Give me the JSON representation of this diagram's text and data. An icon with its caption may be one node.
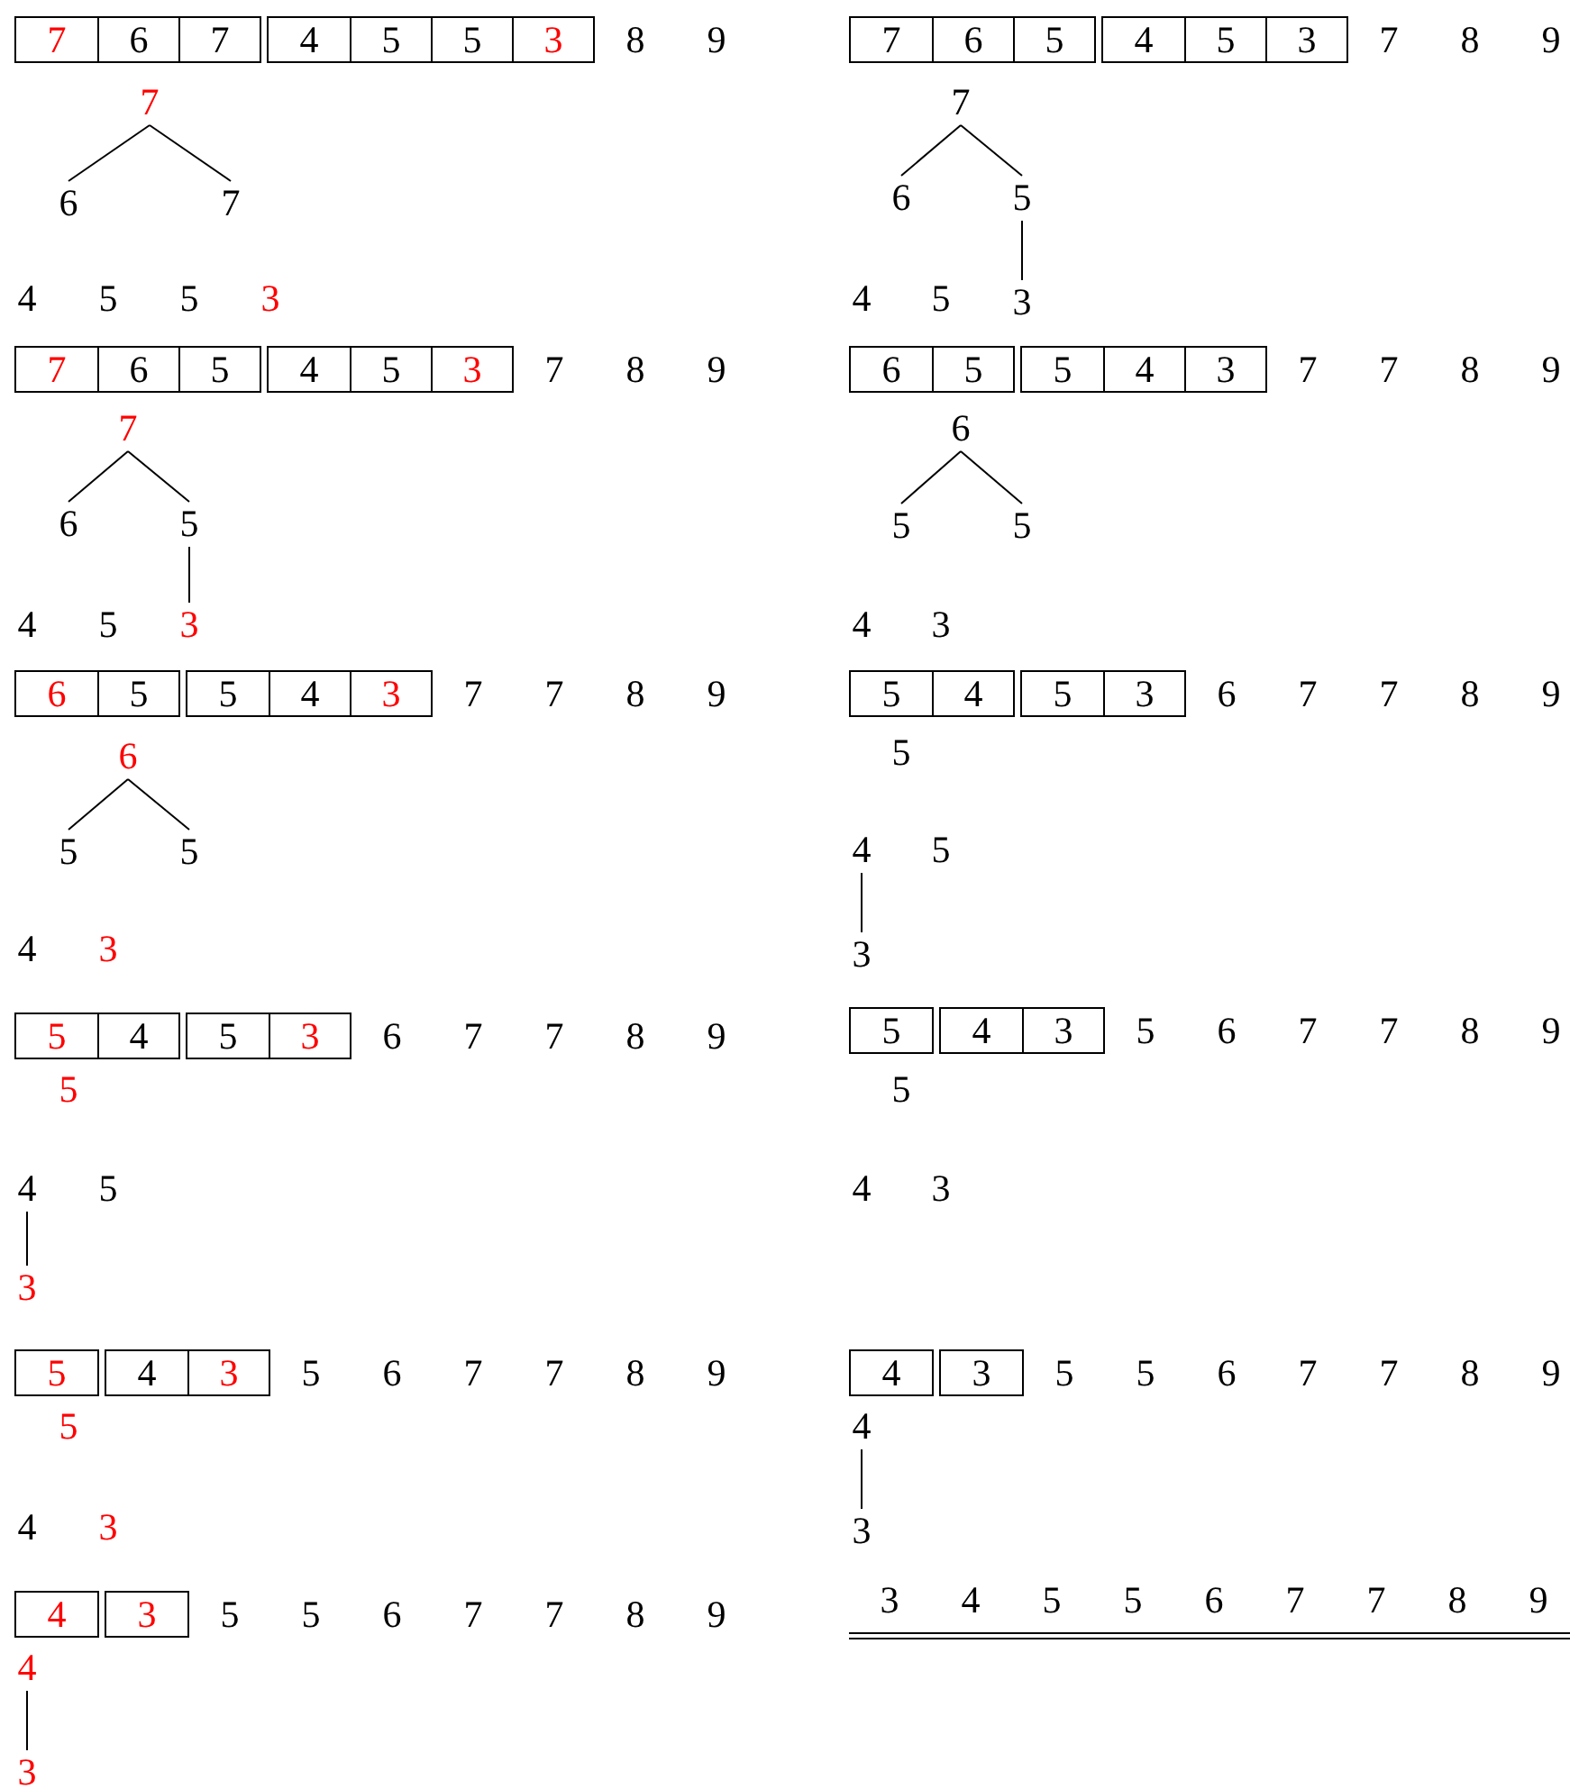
{
  "diagram": {
    "nodes": [
      {
        "text": [],
        "shape": "box"
      },
      {
        "text": [
          "7"
        ],
        "in": 0
      },
      {
        "text": [
          "6"
        ],
        "in": 0
      },
      {
        "text": [
          "7"
        ],
        "in": 0
      },
      {
        "text": [],
        "shape": "box",
        "beside": [
          "8",
          "9"
        ]
      },
      {
        "text": [
          "4"
        ],
        "in": 4
      },
      {
        "text": [
          "5"
        ],
        "in": 4
      },
      {
        "text": [
          "5"
        ],
        "in": 4
      },
      {
        "text": [
          "3"
        ],
        "in": 4
      },
      {
        "text": [
          "7"
        ]
      },
      {
        "text": [
          "6"
        ]
      },
      {
        "text": [
          "7"
        ]
      },
      {
        "text": [
          "4"
        ]
      },
      {
        "text": [
          "5"
        ]
      },
      {
        "text": [
          "5"
        ]
      },
      {
        "text": [
          "3"
        ]
      },
      {
        "text": [],
        "shape": "box"
      },
      {
        "text": [
          "7"
        ],
        "in": 16
      },
      {
        "text": [
          "6"
        ],
        "in": 16
      },
      {
        "text": [
          "5"
        ],
        "in": 16
      },
      {
        "text": [],
        "shape": "box",
        "beside": [
          "7",
          "8",
          "9"
        ]
      },
      {
        "text": [
          "4"
        ],
        "in": 20
      },
      {
        "text": [
          "5"
        ],
        "in": 20
      },
      {
        "text": [
          "3"
        ],
        "in": 20
      },
      {
        "text": [
          "7"
        ]
      },
      {
        "text": [
          "6"
        ]
      },
      {
        "text": [
          "5"
        ]
      },
      {
        "text": [
          "4"
        ]
      },
      {
        "text": [
          "5"
        ]
      },
      {
        "text": [
          "3"
        ]
      },
      {
        "text": [],
        "shape": "box"
      },
      {
        "text": [
          "6"
        ],
        "in": 30
      },
      {
        "text": [
          "5"
        ],
        "in": 30
      },
      {
        "text": [],
        "shape": "box",
        "beside": [
          "7",
          "7",
          "8",
          "9"
        ]
      },
      {
        "text": [
          "5"
        ],
        "in": 33
      },
      {
        "text": [
          "4"
        ],
        "in": 33
      },
      {
        "text": [
          "3"
        ],
        "in": 33
      },
      {
        "text": [
          "6"
        ]
      },
      {
        "text": [
          "5"
        ]
      },
      {
        "text": [
          "5"
        ]
      },
      {
        "text": [
          "4"
        ]
      },
      {
        "text": [
          "3"
        ]
      },
      {
        "text": [],
        "shape": "box"
      },
      {
        "text": [
          "5"
        ],
        "in": 42
      },
      {
        "text": [
          "4"
        ],
        "in": 42
      },
      {
        "text": [],
        "shape": "box",
        "beside": [
          "6",
          "7",
          "7",
          "8",
          "9"
        ]
      },
      {
        "text": [
          "5"
        ],
        "in": 45
      },
      {
        "text": [
          "3"
        ],
        "in": 45
      },
      {
        "text": [
          "5"
        ]
      },
      {
        "text": [
          "4"
        ]
      },
      {
        "text": [
          "5"
        ]
      },
      {
        "text": [
          "3"
        ]
      },
      {
        "text": [],
        "shape": "box"
      },
      {
        "text": [
          "5"
        ],
        "in": 52
      },
      {
        "text": [],
        "shape": "box",
        "beside": [
          "5",
          "6",
          "7",
          "7",
          "8",
          "9"
        ]
      },
      {
        "text": [
          "4"
        ],
        "in": 54
      },
      {
        "text": [
          "3"
        ],
        "in": 54
      },
      {
        "text": [
          "5"
        ]
      },
      {
        "text": [
          "4"
        ]
      },
      {
        "text": [
          "3"
        ]
      },
      {
        "text": [],
        "shape": "box"
      },
      {
        "text": [
          "4"
        ],
        "in": 60
      },
      {
        "text": [],
        "shape": "box",
        "beside": [
          "5",
          "5",
          "6",
          "7",
          "7",
          "8",
          "9"
        ]
      },
      {
        "text": [
          "3"
        ],
        "in": 62
      },
      {
        "text": [
          "4"
        ]
      },
      {
        "text": [
          "3"
        ]
      },
      {
        "text": [],
        "shape": "box"
      },
      {
        "text": [
          "7"
        ],
        "in": 66
      },
      {
        "text": [
          "6"
        ],
        "in": 66
      },
      {
        "text": [
          "5"
        ],
        "in": 66
      },
      {
        "text": [],
        "shape": "box",
        "beside": [
          "7",
          "8",
          "9"
        ]
      },
      {
        "text": [
          "4"
        ],
        "in": 70
      },
      {
        "text": [
          "5"
        ],
        "in": 70
      },
      {
        "text": [
          "3"
        ],
        "in": 70
      },
      {
        "text": [
          "7"
        ]
      },
      {
        "text": [
          "6"
        ]
      },
      {
        "text": [
          "5"
        ]
      },
      {
        "text": [
          "4"
        ]
      },
      {
        "text": [
          "5"
        ]
      },
      {
        "text": [
          "3"
        ]
      },
      {
        "text": [],
        "shape": "box"
      },
      {
        "text": [
          "6"
        ],
        "in": 80
      },
      {
        "text": [
          "5"
        ],
        "in": 80
      },
      {
        "text": [],
        "shape": "box",
        "beside": [
          "7",
          "7",
          "8",
          "9"
        ]
      },
      {
        "text": [
          "5"
        ],
        "in": 83
      },
      {
        "text": [
          "4"
        ],
        "in": 83
      },
      {
        "text": [
          "3"
        ],
        "in": 83
      },
      {
        "text": [
          "6"
        ]
      },
      {
        "text": [
          "5"
        ]
      },
      {
        "text": [
          "5"
        ]
      },
      {
        "text": [
          "4"
        ]
      },
      {
        "text": [
          "3"
        ]
      },
      {
        "text": [],
        "shape": "box"
      },
      {
        "text": [
          "5"
        ],
        "in": 92
      },
      {
        "text": [
          "4"
        ],
        "in": 92
      },
      {
        "text": [],
        "shape": "box",
        "beside": [
          "6",
          "7",
          "7",
          "8",
          "9"
        ]
      },
      {
        "text": [
          "5"
        ],
        "in": 95
      },
      {
        "text": [
          "3"
        ],
        "in": 95
      },
      {
        "text": [
          "5"
        ]
      },
      {
        "text": [
          "4"
        ]
      },
      {
        "text": [
          "5"
        ]
      },
      {
        "text": [
          "3"
        ]
      },
      {
        "text": [],
        "shape": "box"
      },
      {
        "text": [
          "5"
        ],
        "in": 102
      },
      {
        "text": [],
        "shape": "box",
        "beside": [
          "5",
          "6",
          "7",
          "7",
          "8",
          "9"
        ]
      },
      {
        "text": [
          "4"
        ],
        "in": 104
      },
      {
        "text": [
          "3"
        ],
        "in": 104
      },
      {
        "text": [
          "5"
        ]
      },
      {
        "text": [
          "4"
        ]
      },
      {
        "text": [
          "3"
        ]
      },
      {
        "text": [],
        "shape": "box"
      },
      {
        "text": [
          "4"
        ],
        "in": 110
      },
      {
        "text": [],
        "shape": "box",
        "beside": [
          "5",
          "5",
          "6",
          "7",
          "7",
          "8",
          "9"
        ]
      },
      {
        "text": [
          "3"
        ],
        "in": 112
      },
      {
        "text": [
          "4"
        ]
      },
      {
        "text": [
          "3"
        ]
      }
    ],
    "edges": [
      {
        "from": 9,
        "to": 10,
        "arrow": "none"
      },
      {
        "from": 9,
        "to": 11,
        "arrow": "none"
      },
      {
        "from": 24,
        "to": 25,
        "arrow": "none"
      },
      {
        "from": 24,
        "to": 26,
        "arrow": "none"
      },
      {
        "from": 26,
        "to": 29,
        "arrow": "none"
      },
      {
        "from": 37,
        "to": 38,
        "arrow": "none"
      },
      {
        "from": 37,
        "to": 39,
        "arrow": "none"
      },
      {
        "from": 49,
        "to": 51,
        "arrow": "none"
      },
      {
        "from": 64,
        "to": 65,
        "arrow": "none"
      },
      {
        "from": 74,
        "to": 75,
        "arrow": "none"
      },
      {
        "from": 74,
        "to": 76,
        "arrow": "none"
      },
      {
        "from": 76,
        "to": 79,
        "arrow": "none"
      },
      {
        "from": 87,
        "to": 88,
        "arrow": "none"
      },
      {
        "from": 87,
        "to": 89,
        "arrow": "none"
      },
      {
        "from": 99,
        "to": 101,
        "arrow": "none"
      },
      {
        "from": 114,
        "to": 115,
        "arrow": "none"
      }
    ],
    "labels": [
      "3",
      "4",
      "5",
      "5",
      "6",
      "7",
      "7",
      "8",
      "9"
    ]
  }
}
